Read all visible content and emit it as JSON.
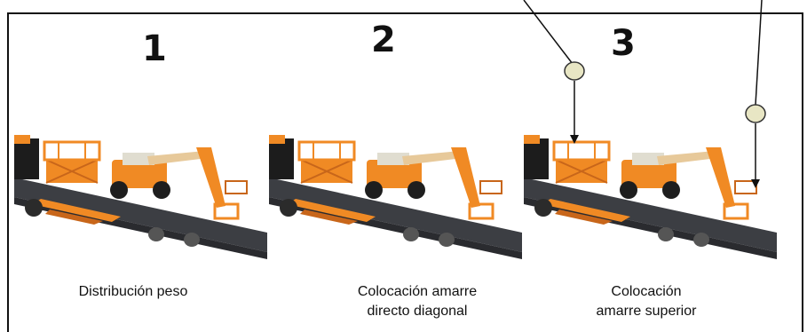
{
  "panels": [
    {
      "number": "1",
      "caption_lines": [
        "Distribución peso"
      ]
    },
    {
      "number": "2",
      "caption_lines": [
        "Colocación amarre",
        "directo diagonal"
      ]
    },
    {
      "number": "3",
      "caption_lines": [
        "Colocación",
        "amarre superior"
      ]
    }
  ],
  "colors": {
    "orange": "#f08a24",
    "dark_orange": "#c8661a",
    "trailer": "#3c3e43",
    "cabin": "#1c1c1c",
    "marker_fill": "#e8e6c4",
    "marker_stroke": "#333333",
    "arrow": "#111111"
  },
  "icons": [
    "scissor-lift-icon",
    "articulated-boom-lift-icon",
    "trailer-icon",
    "marker-circle-icon",
    "arrow-down-icon"
  ]
}
